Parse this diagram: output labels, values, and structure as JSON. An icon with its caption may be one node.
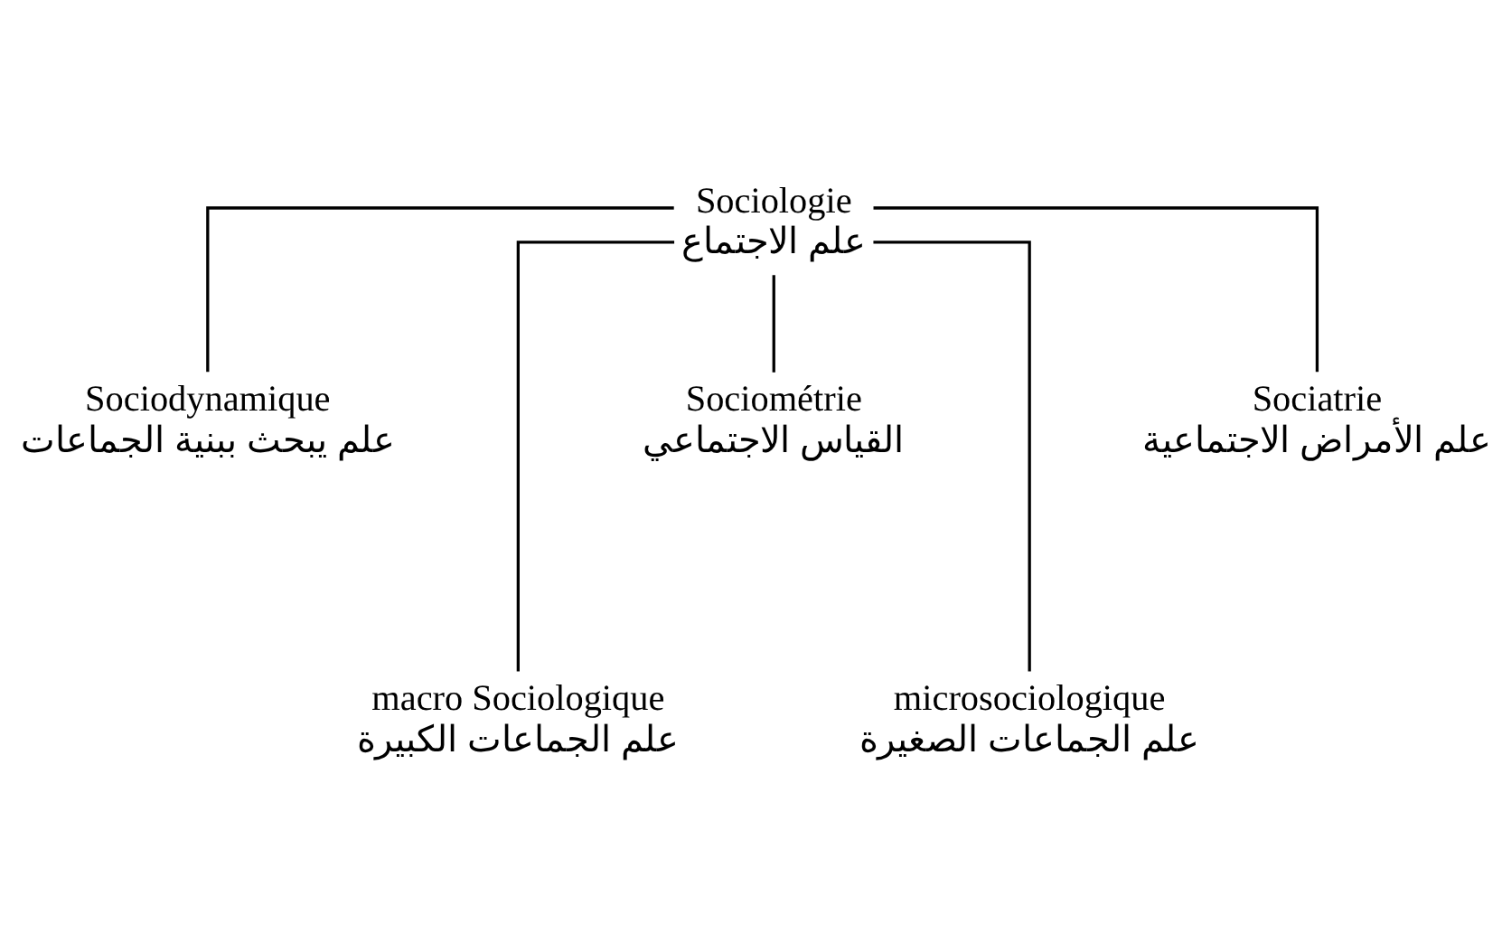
{
  "diagram": {
    "nodes": [
      {
        "text": [
          "Sociologie",
          "علم الاجتماع"
        ]
      },
      {
        "text": [
          "Sociodynamique",
          "علم يبحث ببنية الجماعات"
        ]
      },
      {
        "text": [
          "Sociatrie",
          "علم الأمراض الاجتماعية"
        ]
      },
      {
        "text": [
          "Sociométrie",
          "القياس الاجتماعي"
        ]
      },
      {
        "text": [
          "macro Sociologique",
          "علم الجماعات الكبيرة"
        ]
      },
      {
        "text": [
          "microsociologique",
          "علم الجماعات الصغيرة"
        ]
      }
    ],
    "edges": [
      {
        "from": 0,
        "to": 1,
        "arrow": "none"
      },
      {
        "from": 0,
        "to": 4,
        "arrow": "none"
      },
      {
        "from": 0,
        "to": 3,
        "arrow": "none"
      },
      {
        "from": 0,
        "to": 5,
        "arrow": "none"
      },
      {
        "from": 0,
        "to": 2,
        "arrow": "none"
      }
    ]
  }
}
